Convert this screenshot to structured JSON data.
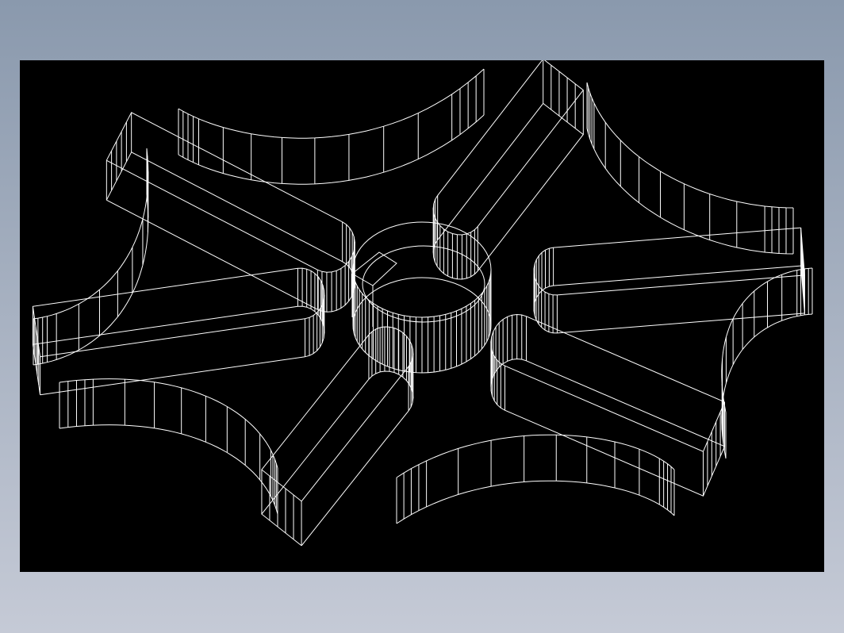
{
  "colors": {
    "background_top": "#8a99ad",
    "background_bottom": "#c5cad6",
    "viewport": "#000000",
    "wireframe": "#ffffff"
  },
  "figure": {
    "kind": "wireframe-3d-cad-model",
    "description_icon": "six-arm-spider-coupling-icon",
    "arm_count": 6,
    "pocket_count": 6
  }
}
